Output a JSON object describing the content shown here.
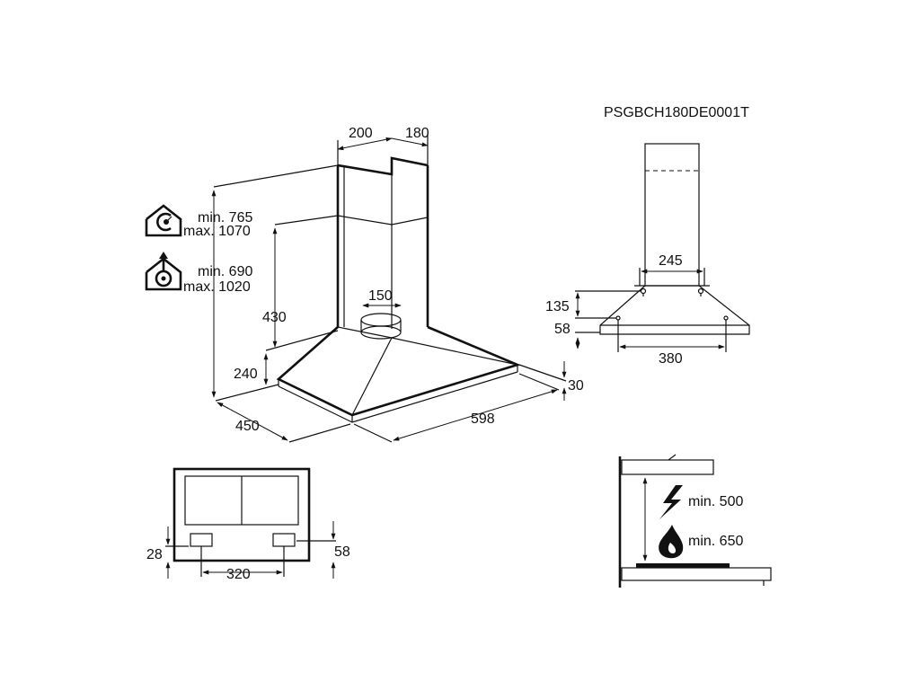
{
  "model_code": "PSGBCH180DE0001T",
  "main_view": {
    "chimney_width": "200",
    "chimney_depth": "180",
    "duct_diameter": "150",
    "canopy_upper": "430",
    "canopy_lower": "240",
    "depth": "450",
    "width": "598",
    "edge_thickness": "30"
  },
  "clearance_extraction": {
    "min": "min. 765",
    "max": "max. 1070",
    "icon": "house-extraction-icon"
  },
  "clearance_recirculation": {
    "min": "min. 690",
    "max": "max. 1020",
    "icon": "house-recirculation-icon"
  },
  "side_view": {
    "top_width": "245",
    "bracket_height": "135",
    "lower_height": "58",
    "bottom_width": "380"
  },
  "bottom_view": {
    "left_height": "28",
    "right_height": "58",
    "spacing": "320"
  },
  "install_view": {
    "electric_min": "min. 500",
    "gas_min": "min. 650",
    "electric_icon": "lightning-icon",
    "gas_icon": "flame-icon"
  }
}
